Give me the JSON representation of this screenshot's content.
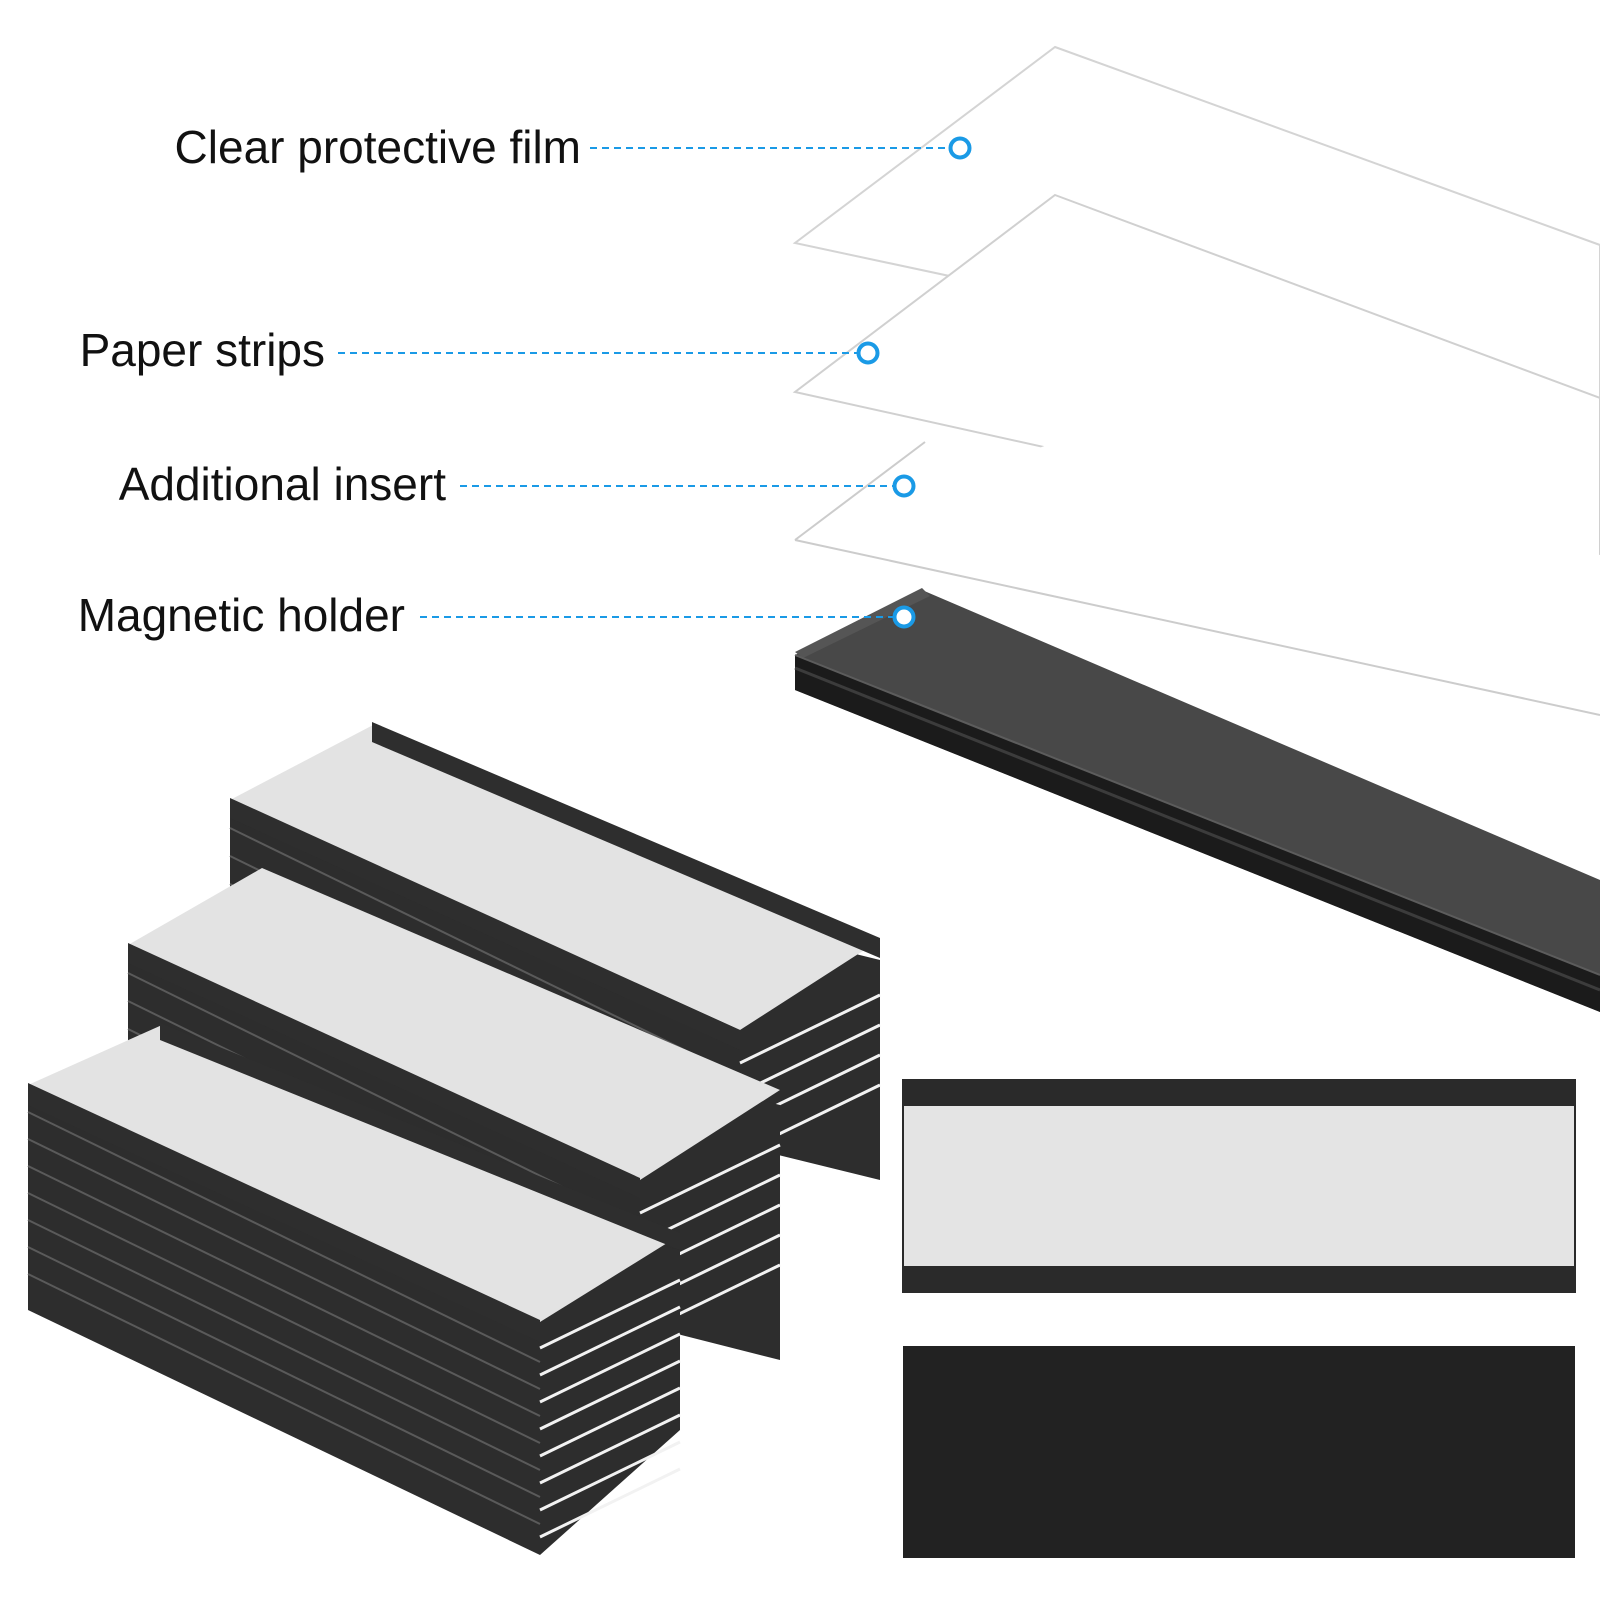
{
  "callouts": [
    {
      "id": "clear-protective-film",
      "label": "Clear protective film"
    },
    {
      "id": "paper-strips",
      "label": "Paper strips"
    },
    {
      "id": "additional-insert",
      "label": "Additional insert"
    },
    {
      "id": "magnetic-holder",
      "label": "Magnetic holder"
    }
  ],
  "colors": {
    "accent": "#1a9ae6",
    "holder": "#2a2a2a",
    "holder_dark": "#1b1b1b",
    "holder_face": "#484848",
    "insert_face": "#e4e4e4",
    "sheet_outline": "#d2d2d2",
    "label_text": "#111111"
  },
  "products": {
    "stacks": 3,
    "holders_per_stack": [
      4,
      5,
      8
    ]
  }
}
